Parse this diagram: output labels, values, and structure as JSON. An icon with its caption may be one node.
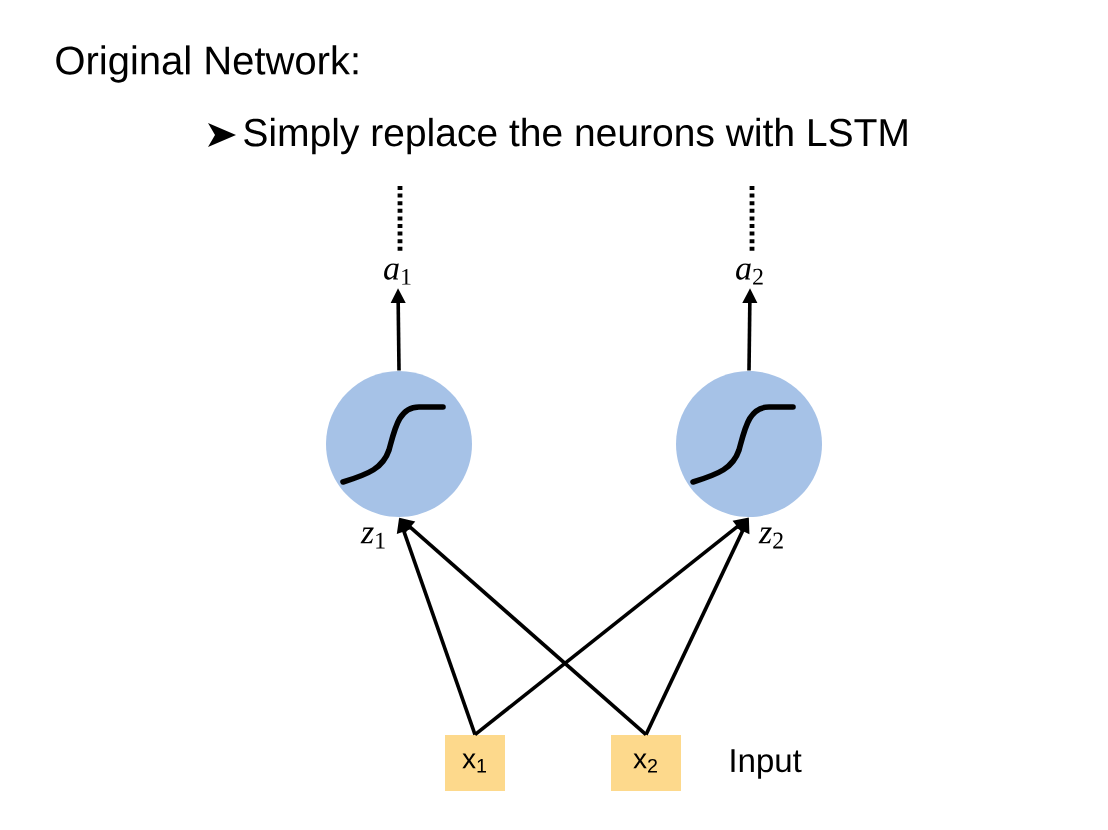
{
  "diagram": {
    "title": "Original Network:",
    "nodes": [
      {
        "text": [
          "*a*$_{1}$"
        ]
      },
      {
        "text": [
          "*a*$_{2}$"
        ]
      },
      {
        "text": [],
        "shape": "circle",
        "beside": [
          "*z*$_{1}$"
        ]
      },
      {
        "text": [],
        "shape": "circle",
        "beside": [
          "*z*$_{2}$"
        ]
      },
      {
        "text": [
          "x$_{1}$"
        ]
      },
      {
        "text": [
          "x$_{2}$"
        ]
      }
    ],
    "edges": [
      {
        "from": 2,
        "to": 0,
        "arrow": "to"
      },
      {
        "from": 3,
        "to": 1,
        "arrow": "to"
      },
      {
        "from": 4,
        "to": 2,
        "arrow": "to"
      },
      {
        "from": 4,
        "to": 3,
        "arrow": "to"
      },
      {
        "from": 5,
        "to": 2,
        "arrow": "to"
      },
      {
        "from": 5,
        "to": 3,
        "arrow": "to"
      }
    ],
    "labels": [
      "Simply replace the neurons with LSTM",
      "Input"
    ]
  }
}
